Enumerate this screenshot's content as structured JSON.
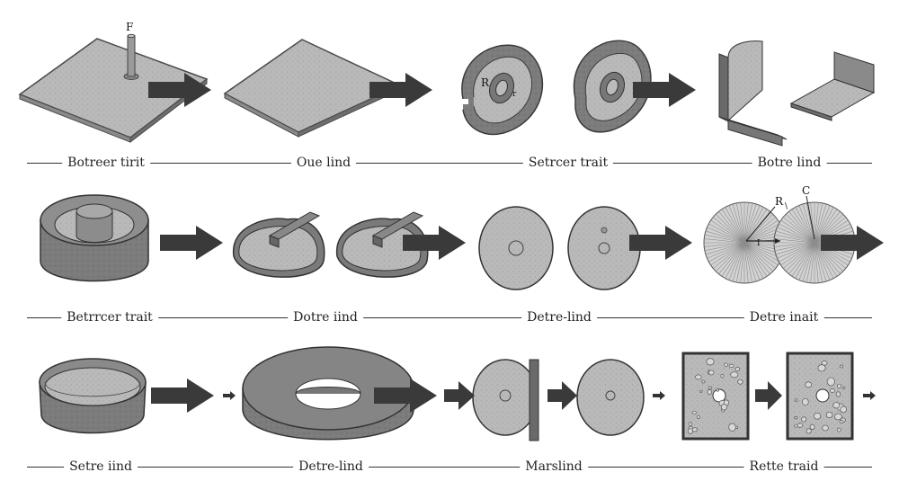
{
  "rows": [
    {
      "captions": [
        "Botreer tirit",
        "Oue lind",
        "Setrcer trait",
        "Botre lind"
      ]
    },
    {
      "captions": [
        "Betrrcer trait",
        "Dotre iind",
        "Detre-lind",
        "Detre inait"
      ]
    },
    {
      "captions": [
        "Setre iind",
        "Detre-lind",
        "Marslind",
        "Rette traid"
      ]
    }
  ],
  "labels": {
    "force": "F",
    "radius1": "R",
    "radius1_sub": "r",
    "radius2": "R",
    "radius2_sub": "\\",
    "center": "C",
    "dim_mark": "I"
  },
  "colors": {
    "surface": "#b8b8b8",
    "edge": "#6e6e6e",
    "dark": "#7a7a7a",
    "arrow": "#3a3a3a",
    "outline": "#3c3c3c"
  },
  "icons": [
    "right-arrow-icon",
    "small-arrow-icon"
  ]
}
